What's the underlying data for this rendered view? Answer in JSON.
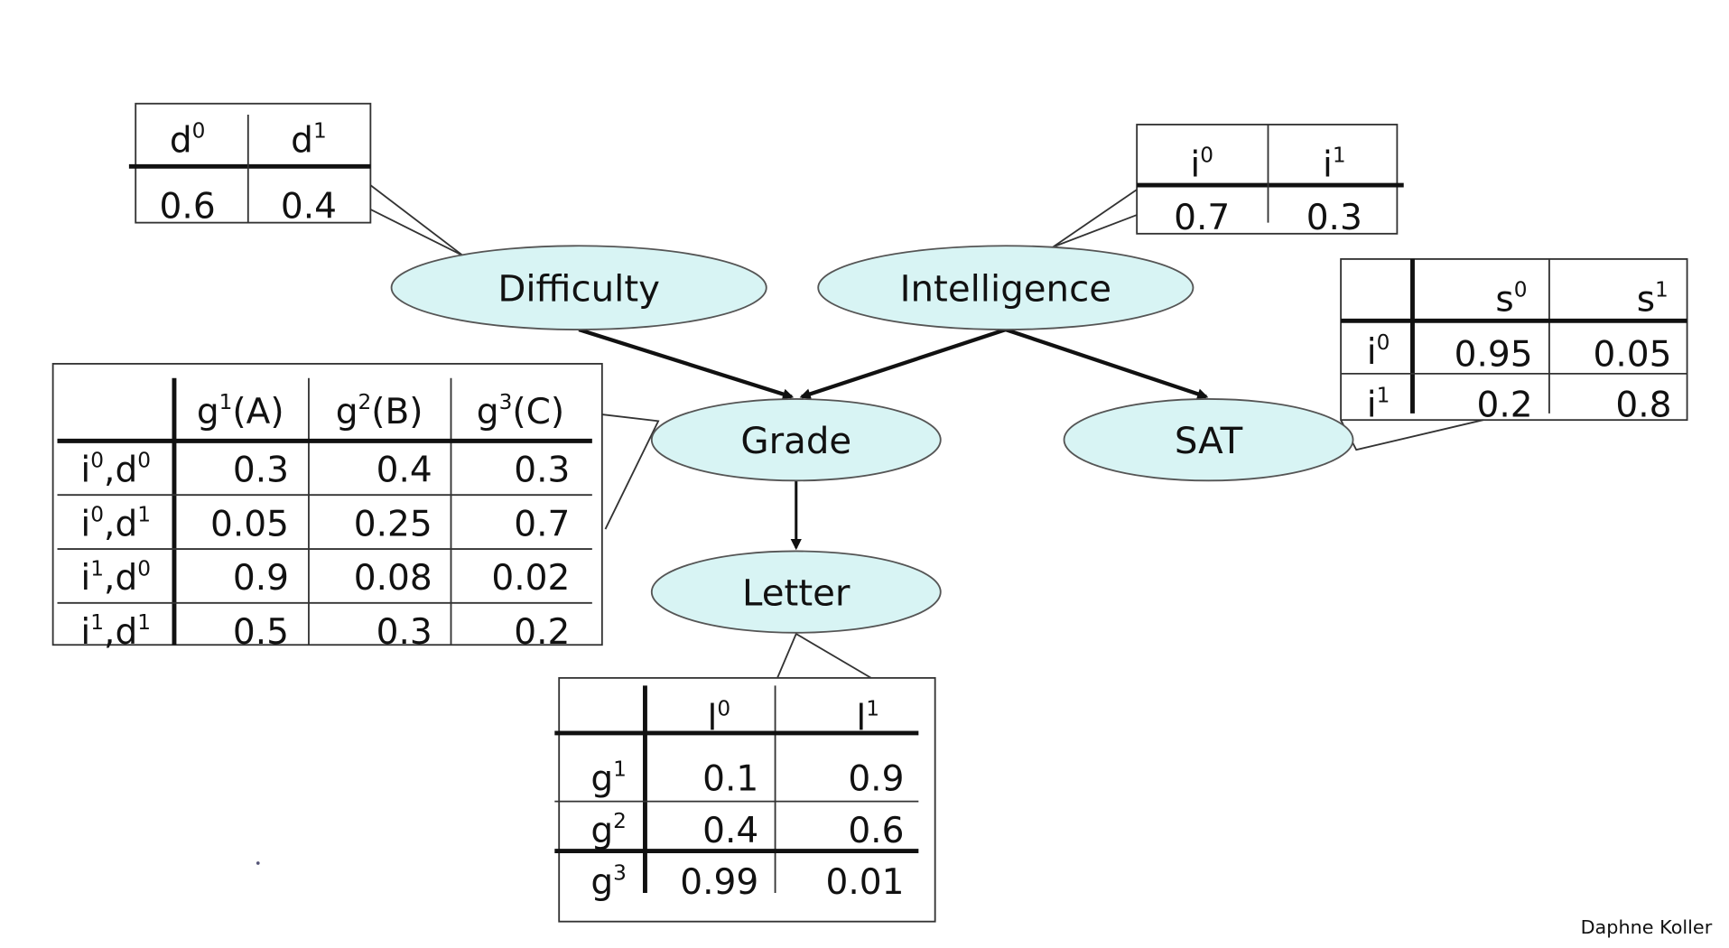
{
  "nodes": {
    "difficulty": "Difficulty",
    "intelligence": "Intelligence",
    "grade": "Grade",
    "sat": "SAT",
    "letter": "Letter"
  },
  "colors": {
    "node_fill": "#d8f4f4"
  },
  "cpd_difficulty": {
    "headers": [
      [
        "d",
        "0"
      ],
      [
        "d",
        "1"
      ]
    ],
    "values": [
      "0.6",
      "0.4"
    ]
  },
  "cpd_intelligence": {
    "headers": [
      [
        "i",
        "0"
      ],
      [
        "i",
        "1"
      ]
    ],
    "values": [
      "0.7",
      "0.3"
    ]
  },
  "cpd_sat": {
    "headers": [
      [
        "s",
        "0"
      ],
      [
        "s",
        "1"
      ]
    ],
    "rows": [
      {
        "label": [
          "i",
          "0"
        ],
        "values": [
          "0.95",
          "0.05"
        ]
      },
      {
        "label": [
          "i",
          "1"
        ],
        "values": [
          "0.2",
          "0.8"
        ]
      }
    ]
  },
  "cpd_grade": {
    "headers": [
      [
        "g",
        "1",
        "(A)"
      ],
      [
        "g",
        "2",
        "(B)"
      ],
      [
        "g",
        "3",
        "(C)"
      ]
    ],
    "rows": [
      {
        "label": [
          "i",
          "0",
          ",d",
          "0"
        ],
        "values": [
          "0.3",
          "0.4",
          "0.3"
        ]
      },
      {
        "label": [
          "i",
          "0",
          ",d",
          "1"
        ],
        "values": [
          "0.05",
          "0.25",
          "0.7"
        ]
      },
      {
        "label": [
          "i",
          "1",
          ",d",
          "0"
        ],
        "values": [
          "0.9",
          "0.08",
          "0.02"
        ]
      },
      {
        "label": [
          "i",
          "1",
          ",d",
          "1"
        ],
        "values": [
          "0.5",
          "0.3",
          "0.2"
        ]
      }
    ]
  },
  "cpd_letter": {
    "headers": [
      [
        "l",
        "0"
      ],
      [
        "l",
        "1"
      ]
    ],
    "rows": [
      {
        "label": [
          "g",
          "1"
        ],
        "values": [
          "0.1",
          "0.9"
        ]
      },
      {
        "label": [
          "g",
          "2"
        ],
        "values": [
          "0.4",
          "0.6"
        ]
      },
      {
        "label": [
          "g",
          "3"
        ],
        "values": [
          "0.99",
          "0.01"
        ]
      }
    ]
  },
  "author": "Daphne Koller"
}
